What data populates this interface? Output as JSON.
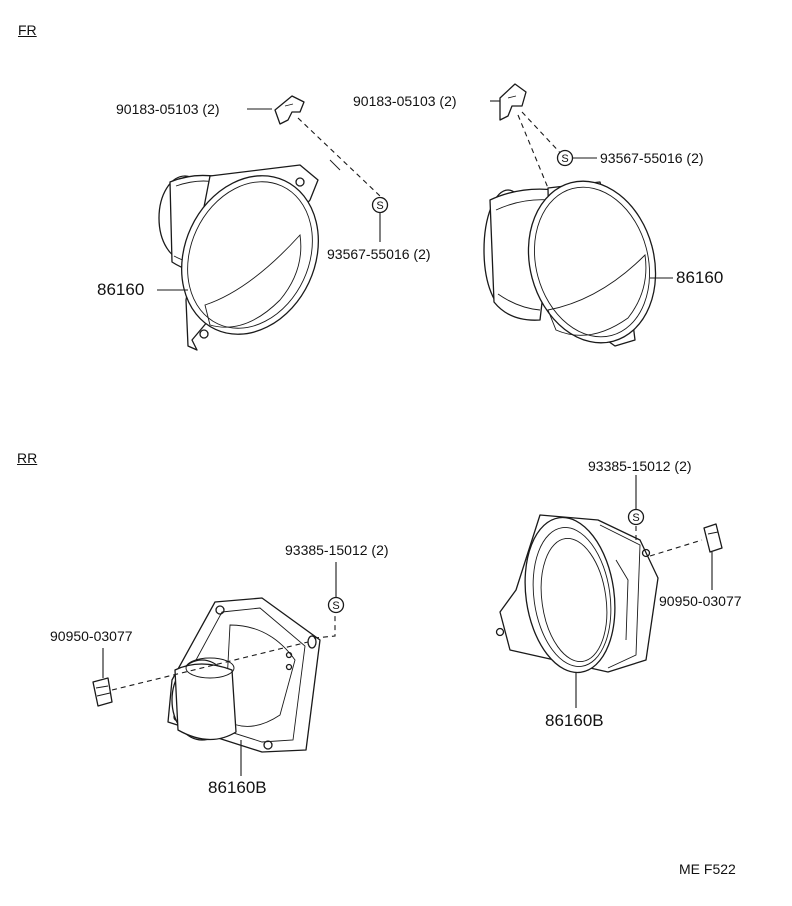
{
  "sections": {
    "front": "FR",
    "rear": "RR"
  },
  "symbol": "S",
  "labels": {
    "fr_left_clip": "90183-05103 (2)",
    "fr_left_screw": "93567-55016 (2)",
    "fr_left_speaker": "86160",
    "fr_right_clip": "90183-05103 (2)",
    "fr_right_screw": "93567-55016 (2)",
    "fr_right_speaker": "86160",
    "rr_left_screw": "93385-15012 (2)",
    "rr_left_nut": "90950-03077",
    "rr_left_speaker": "86160B",
    "rr_right_screw": "93385-15012 (2)",
    "rr_right_nut": "90950-03077",
    "rr_right_speaker": "86160B"
  },
  "figure_code": "ME F522"
}
